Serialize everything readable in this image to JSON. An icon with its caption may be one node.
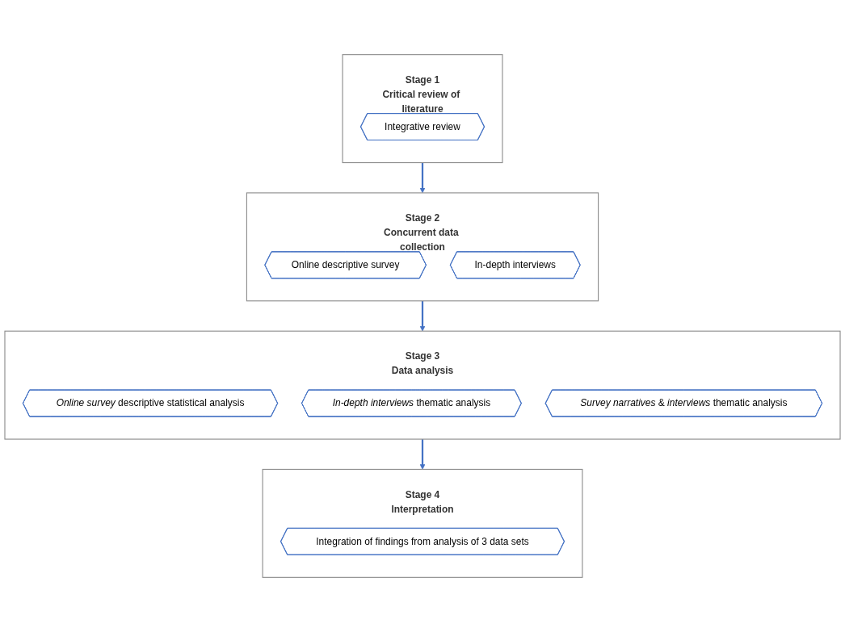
{
  "diagram": {
    "nodes": [
      {
        "text": [
          "Stage 1",
          "Critical review of literature"
        ]
      },
      {
        "text": [
          "Integrative review"
        ],
        "in": 0
      },
      {
        "text": [
          "Stage 2",
          "Concurrent data collection"
        ]
      },
      {
        "text": [
          "Online descriptive survey"
        ],
        "in": 2
      },
      {
        "text": [
          "In-depth interviews"
        ],
        "in": 2
      },
      {
        "text": [
          "Stage 3",
          "Data analysis"
        ]
      },
      {
        "text": [
          "*Online survey* descriptive statistical analysis"
        ],
        "in": 5
      },
      {
        "text": [
          "*In-depth interviews* thematic analysis"
        ],
        "in": 5
      },
      {
        "text": [
          "*Survey narratives* & *interviews* thematic analysis"
        ],
        "in": 5
      },
      {
        "text": [
          "Stage 4",
          "Interpretation"
        ]
      },
      {
        "text": [
          "Integration of findings from analysis of 3 data sets"
        ],
        "in": 9
      }
    ],
    "edges": [
      {
        "from": 0,
        "to": 2,
        "arrow": "to"
      },
      {
        "from": 2,
        "to": 5,
        "arrow": "to"
      },
      {
        "from": 5,
        "to": 9,
        "arrow": "to"
      }
    ]
  }
}
